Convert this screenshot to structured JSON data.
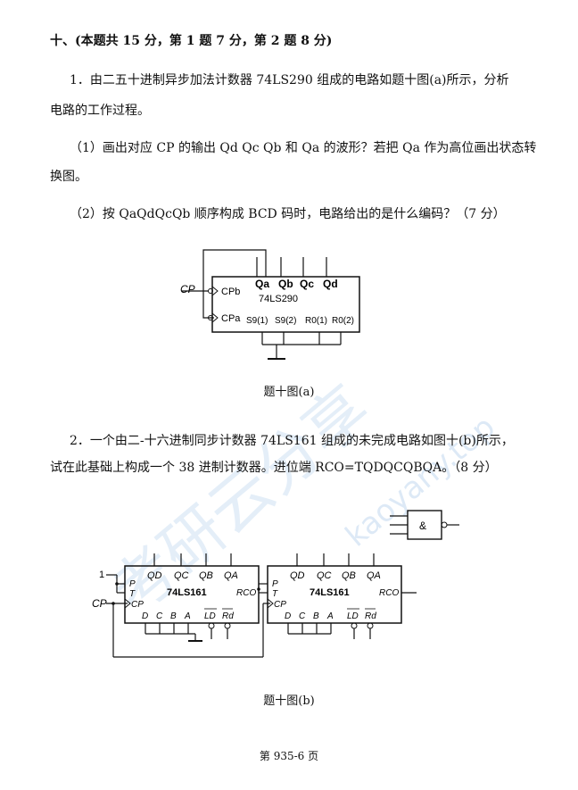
{
  "section": {
    "heading": "十、(本题共 15 分，第 1 题 7 分，第 2 题 8 分)"
  },
  "q1": {
    "line1": "1．由二五十进制异步加法计数器 74LS290 组成的电路如题十图(a)所示，分析",
    "line2": "电路的工作过程。",
    "sub1_line1": "（1）画出对应 CP 的输出 Qd Qc Qb 和 Qa 的波形？若把 Qa 作为高位画出状态转",
    "sub1_line2": "换图。",
    "sub2": "（2）按 QaQdQcQb 顺序构成 BCD 码时，电路给出的是什么编码？（7 分）"
  },
  "fig_a": {
    "caption": "题十图(a)",
    "chip": "74LS290",
    "cp": "CP",
    "cpb": "CPb",
    "cpa": "CPa",
    "qa": "Qa",
    "qb": "Qb",
    "qc": "Qc",
    "qd": "Qd",
    "s9_1": "S9(1)",
    "s9_2": "S9(2)",
    "r0_1": "R0(1)",
    "r0_2": "R0(2)"
  },
  "q2": {
    "line1": "2．一个由二-十六进制同步计数器 74LS161 组成的未完成电路如图十(b)所示，",
    "line2": "试在此基础上构成一个 38 进制计数器。进位端 RCO=TQDQCQBQA。（8 分）"
  },
  "fig_b": {
    "caption": "题十图(b)",
    "chip": "74LS161",
    "gate": "&",
    "one": "1",
    "cp": "CP",
    "p": "P",
    "t": "T",
    "cpin": "CP",
    "qd": "QD",
    "qc": "QC",
    "qb": "QB",
    "qa": "QA",
    "rco": "RCO",
    "ld": "LD",
    "rd": "Rd",
    "d": "D",
    "c": "C",
    "b": "B",
    "a": "A"
  },
  "footer": {
    "page": "第 935-6 页"
  },
  "watermark": {
    "cn": "考研云分享",
    "en": "kaoyany.top"
  }
}
